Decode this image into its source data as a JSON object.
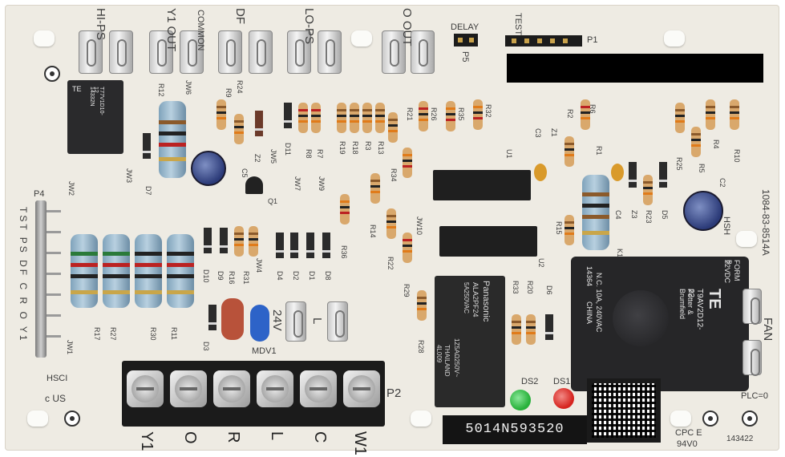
{
  "labels": {
    "hi_ps": "HI-PS",
    "y1_out": "Y1 OUT",
    "common": "COMMON",
    "df": "DF",
    "lo_ps": "LO-PS",
    "o_out": "O OUT",
    "delay": "DELAY",
    "test": "TEST",
    "p5": "P5",
    "p1": "P1",
    "p4": "P4",
    "sideconn_pins": "TST PS DF C R O Y1",
    "part_number": "1084-83-8514A",
    "fan": "FAN",
    "plc": "PLC=0",
    "cpc": "CPC E",
    "v94": "94V0",
    "code": "143422",
    "hsci": "HSCI",
    "ul": "c US",
    "p2": "P2",
    "v24": "24V",
    "l": "L",
    "mdv1": "MDV1",
    "ds1": "DS1",
    "ds2": "DS2",
    "hsh": "HSH",
    "serial": "5014N593520",
    "terminals": [
      "Y1",
      "O",
      "R",
      "L",
      "C",
      "W1"
    ],
    "refs": [
      "R12",
      "R24",
      "R9",
      "JW6",
      "JW3",
      "JW2",
      "D7",
      "C5",
      "Q1",
      "Z2",
      "D11",
      "JW5",
      "JW7",
      "JW9",
      "R8",
      "R7",
      "R19",
      "R18",
      "R3",
      "R13",
      "R34",
      "R21",
      "R26",
      "R35",
      "R32",
      "R14",
      "R22",
      "R29",
      "R28",
      "R36",
      "R17",
      "R27",
      "R30",
      "R11",
      "R16",
      "R31",
      "D10",
      "D9",
      "D4",
      "D2",
      "D1",
      "D8",
      "D3",
      "JW1",
      "JW4",
      "JW10",
      "U1",
      "U2",
      "C3",
      "Z1",
      "R2",
      "R6",
      "R1",
      "C4",
      "Z3",
      "R23",
      "D5",
      "R25",
      "R5",
      "R4",
      "R10",
      "C2",
      "K1",
      "R15",
      "R33",
      "R20",
      "D6"
    ]
  },
  "small_relay": {
    "brand": "Panasonic",
    "model": "ALA2PF24",
    "rating": "5A250VAC",
    "line2": "1Z5AΩ250V~",
    "origin": "THAILAND",
    "code": "4L009"
  },
  "big_relay": {
    "brand": "TE",
    "model": "T9AV2D12-22",
    "maker": "Potter & Brumfield",
    "rating": "N.C. 10A, 240VAC",
    "origin": "CHINA",
    "form": "FORM B",
    "volt": "22VDC",
    "code": "14364"
  },
  "top_relay": {
    "brand": "TE",
    "model": "T77V1D10-12",
    "code": "14332N"
  },
  "colors": {
    "board": "#eeebe3",
    "silkscreen": "#3c3c3c",
    "led_green": "#27b13a",
    "led_red": "#d6241f",
    "terminal_block": "#1b1b1b"
  }
}
